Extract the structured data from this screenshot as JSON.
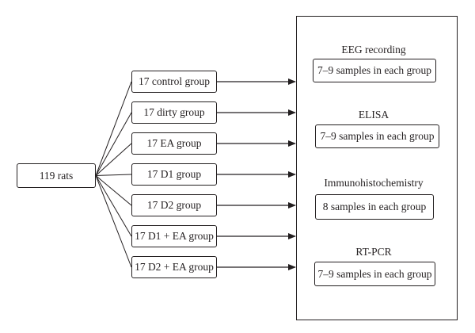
{
  "source": {
    "label": "119 rats"
  },
  "groups": [
    {
      "label": "17 control group"
    },
    {
      "label": "17 dirty group"
    },
    {
      "label": "17 EA group"
    },
    {
      "label": "17 D1 group"
    },
    {
      "label": "17 D2 group"
    },
    {
      "label": "17 D1 + EA group"
    },
    {
      "label": "17 D2 + EA group"
    }
  ],
  "analyses": [
    {
      "title": "EEG recording",
      "samples": "7–9 samples in each group"
    },
    {
      "title": "ELISA",
      "samples": "7–9 samples in each group"
    },
    {
      "title": "Immunohistochemistry",
      "samples": "8 samples in each group"
    },
    {
      "title": "RT-PCR",
      "samples": "7–9 samples in each group"
    }
  ],
  "colors": {
    "stroke": "#231f20",
    "background": "#ffffff"
  }
}
